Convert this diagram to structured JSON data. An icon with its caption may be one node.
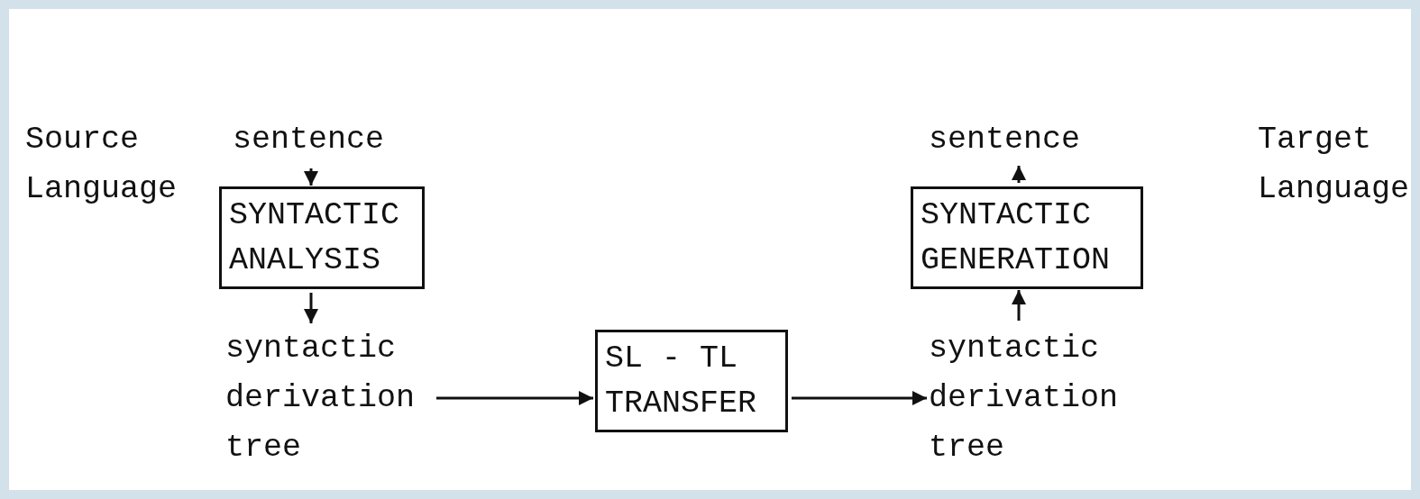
{
  "diagram": {
    "nodes": [
      {
        "text": [
          "sentence"
        ]
      },
      {
        "text": [
          "SYNTACTIC ANALYSIS"
        ]
      },
      {
        "text": [
          "syntactic derivation tree"
        ]
      },
      {
        "text": [
          "SL - TL TRANSFER"
        ]
      },
      {
        "text": [
          "syntactic derivation tree"
        ]
      },
      {
        "text": [
          "SYNTACTIC GENERATION"
        ]
      },
      {
        "text": [
          "sentence"
        ]
      }
    ],
    "edges": [
      {
        "from": 0,
        "to": 1,
        "arrow": "to"
      },
      {
        "from": 1,
        "to": 2,
        "arrow": "to"
      },
      {
        "from": 2,
        "to": 3,
        "arrow": "to"
      },
      {
        "from": 3,
        "to": 4,
        "arrow": "to"
      },
      {
        "from": 4,
        "to": 5,
        "arrow": "to"
      },
      {
        "from": 5,
        "to": 6,
        "arrow": "to"
      }
    ],
    "labels": [
      "Source Language",
      "Target Language"
    ]
  }
}
